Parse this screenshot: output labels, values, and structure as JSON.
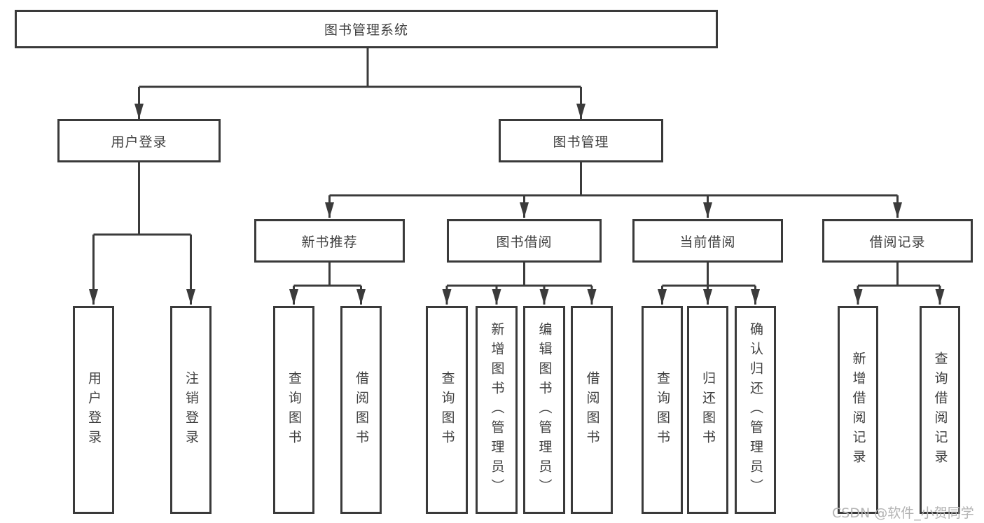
{
  "colors": {
    "background": "#ffffff",
    "line": "#3b3b3b",
    "box_border": "#3a3a3a",
    "box_fill": "#ffffff",
    "text": "#3f3f3f",
    "watermark_text": "#b3b3b3"
  },
  "watermark": {
    "text": "CSDN @软件_小贺同学"
  },
  "tree": {
    "label": "图书管理系统",
    "children": [
      {
        "label": "用户登录",
        "children": [
          {
            "label": "用户登录"
          },
          {
            "label": "注销登录"
          }
        ]
      },
      {
        "label": "图书管理",
        "children": [
          {
            "label": "新书推荐",
            "children": [
              {
                "label": "查询图书"
              },
              {
                "label": "借阅图书"
              }
            ]
          },
          {
            "label": "图书借阅",
            "children": [
              {
                "label": "查询图书"
              },
              {
                "label": "新增图书（管理员）"
              },
              {
                "label": "编辑图书（管理员）"
              },
              {
                "label": "借阅图书"
              }
            ]
          },
          {
            "label": "当前借阅",
            "children": [
              {
                "label": "查询图书"
              },
              {
                "label": "归还图书"
              },
              {
                "label": "确认归还（管理员）"
              }
            ]
          },
          {
            "label": "借阅记录",
            "children": [
              {
                "label": "新增借阅记录"
              },
              {
                "label": "查询借阅记录"
              }
            ]
          }
        ]
      }
    ]
  }
}
